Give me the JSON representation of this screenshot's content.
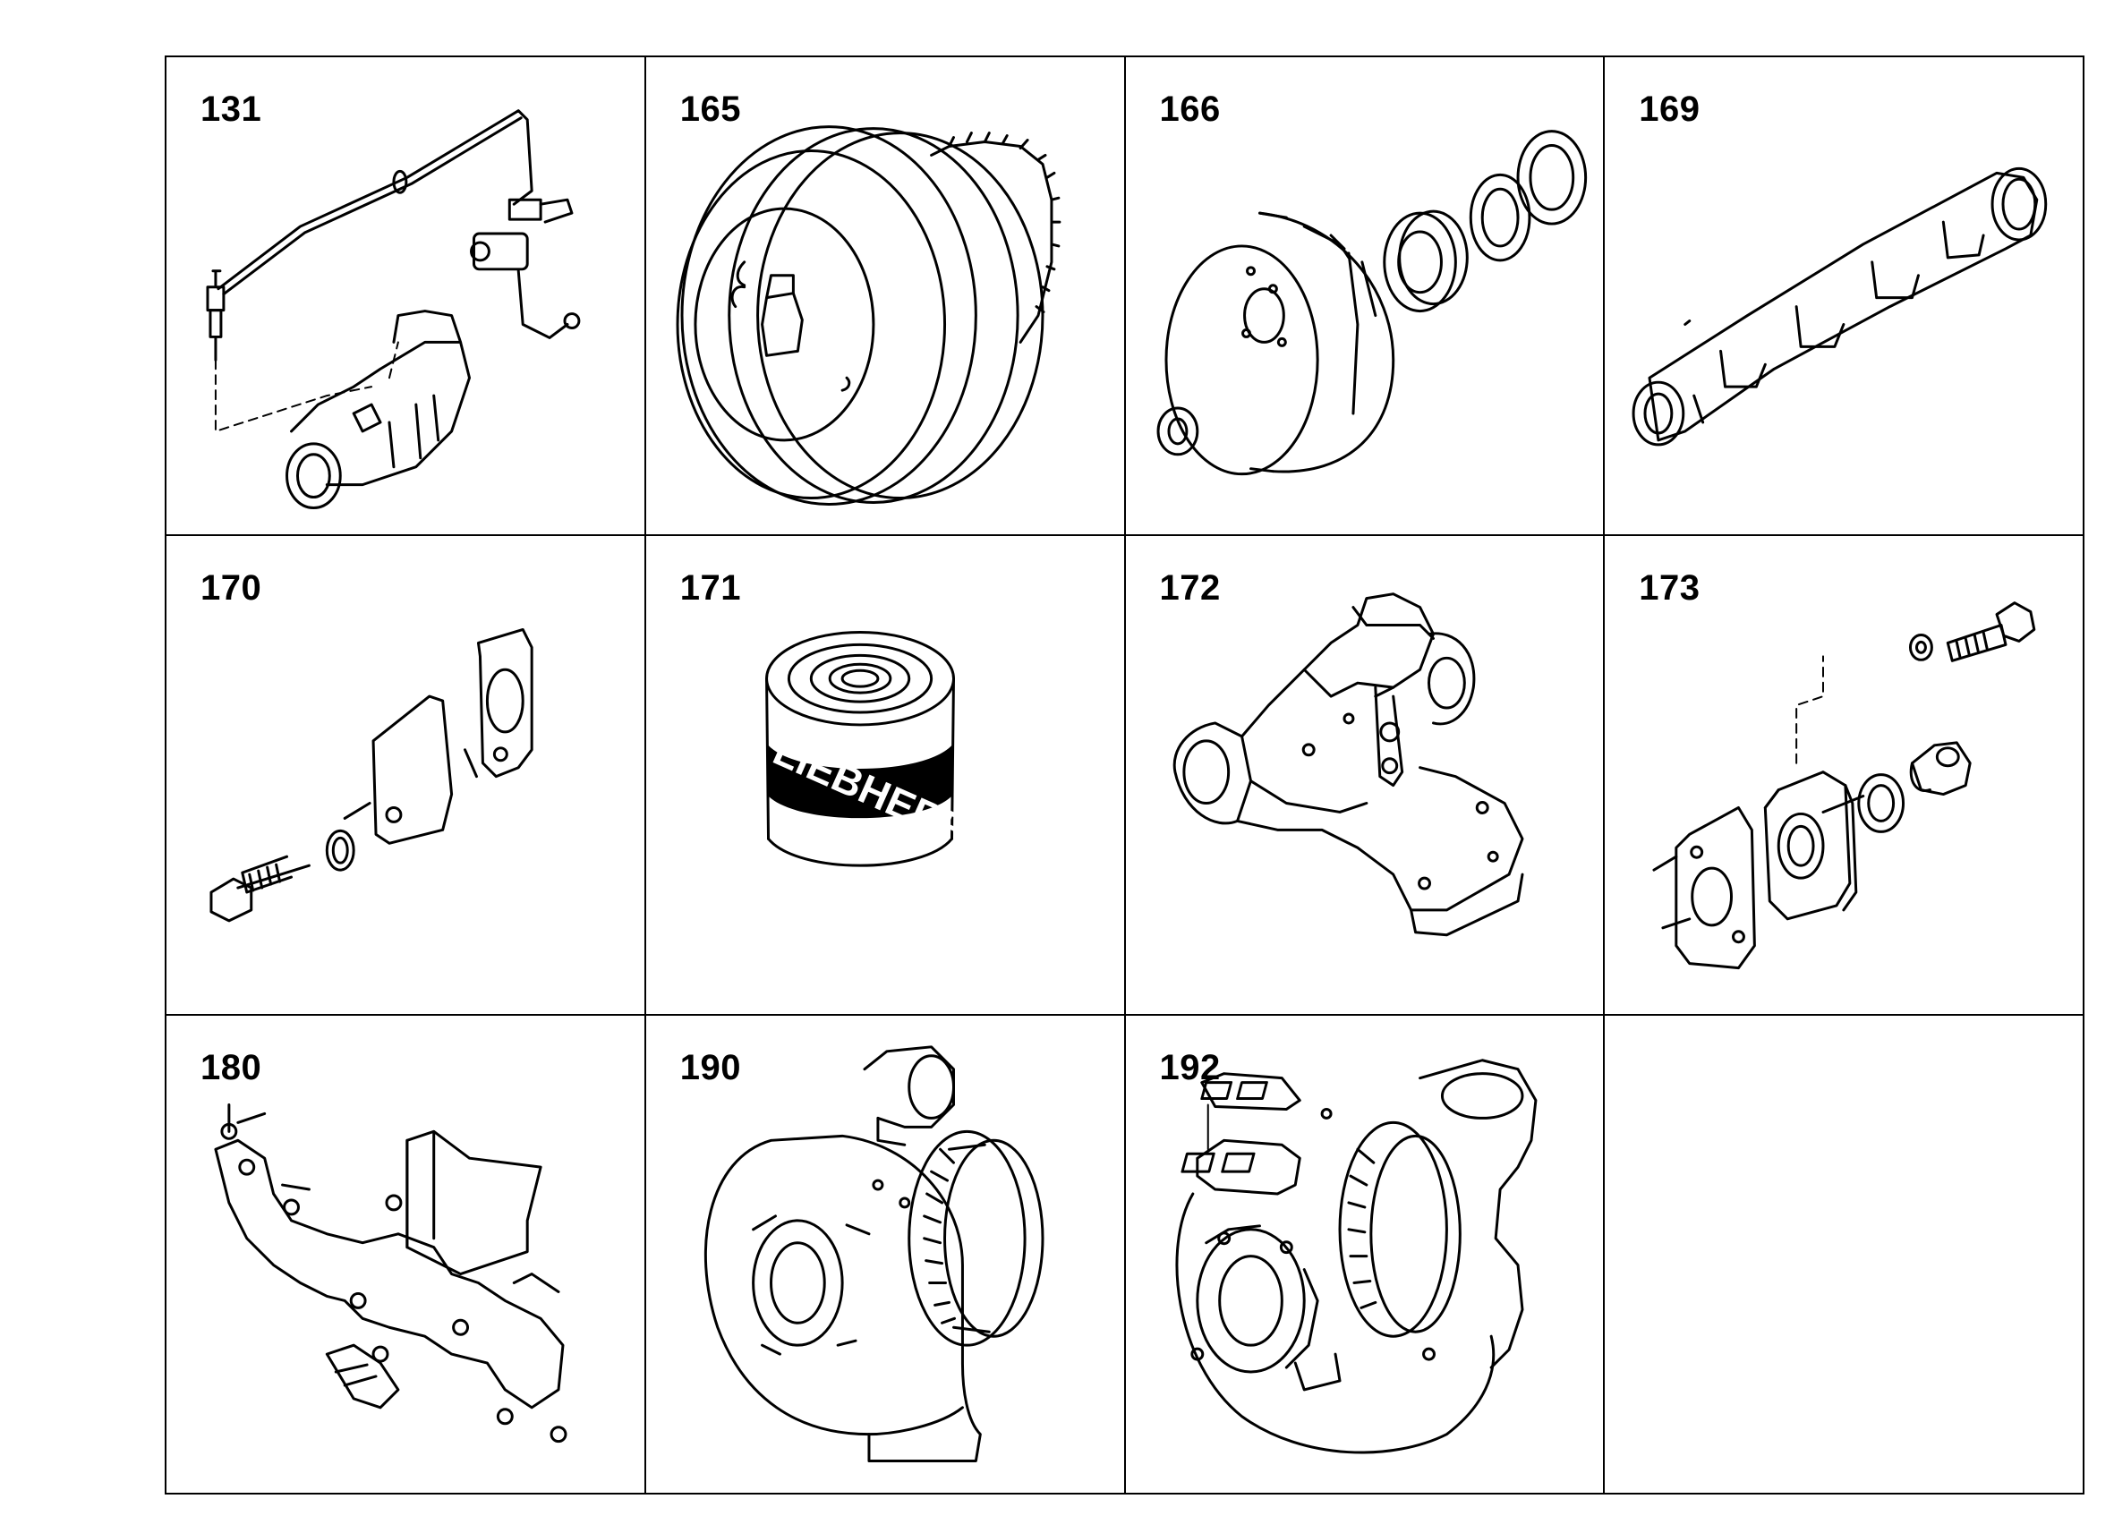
{
  "cells": [
    {
      "number": "131",
      "icon": "fuel-line-with-sensor-and-housing"
    },
    {
      "number": "165",
      "icon": "fan-clutch"
    },
    {
      "number": "166",
      "icon": "pulley-with-seals-and-nut"
    },
    {
      "number": "169",
      "icon": "exhaust-manifold-pipe"
    },
    {
      "number": "170",
      "icon": "cover-plate-gasket-bolt"
    },
    {
      "number": "171",
      "icon": "oil-filter"
    },
    {
      "number": "172",
      "icon": "thermostat-housing"
    },
    {
      "number": "173",
      "icon": "flange-gasket-plug-bolt"
    },
    {
      "number": "180",
      "icon": "exhaust-manifold"
    },
    {
      "number": "190",
      "icon": "turbocharger"
    },
    {
      "number": "192",
      "icon": "turbocharger-with-gaskets"
    },
    {
      "number": "",
      "icon": ""
    }
  ],
  "filter_brand": "LIEBHERR"
}
